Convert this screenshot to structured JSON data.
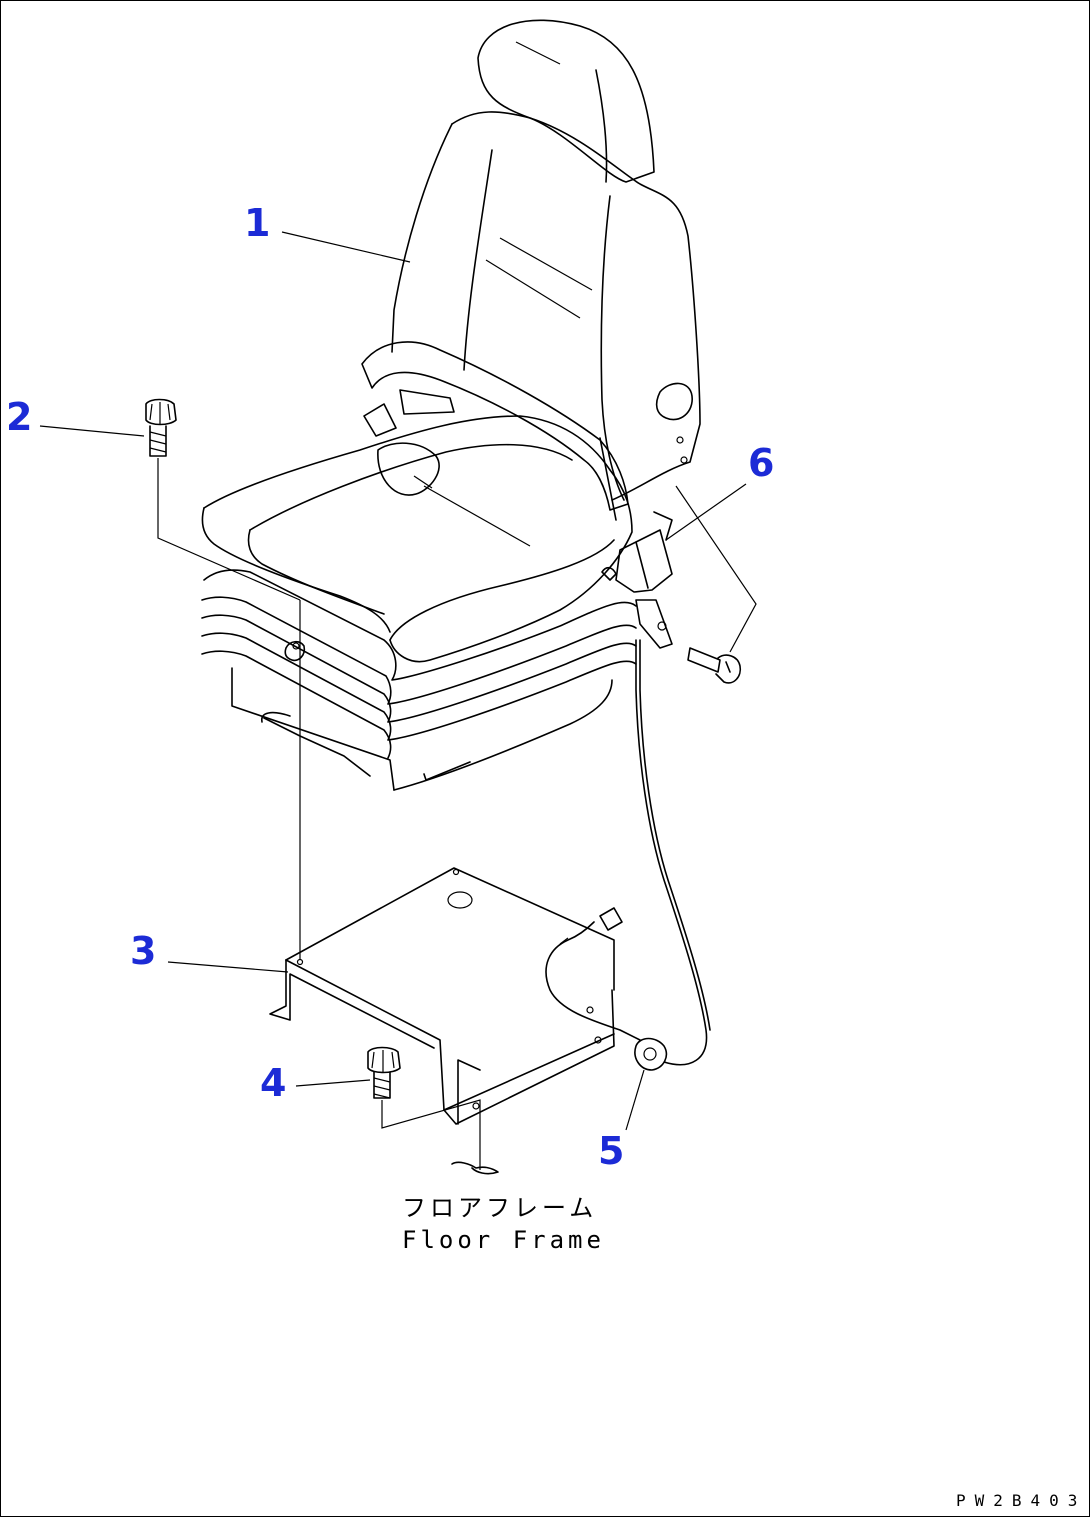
{
  "callouts": [
    {
      "number": "1",
      "part": "seat"
    },
    {
      "number": "2",
      "part": "bolt"
    },
    {
      "number": "3",
      "part": "bracket"
    },
    {
      "number": "4",
      "part": "bolt"
    },
    {
      "number": "5",
      "part": "seat-belt-switch"
    },
    {
      "number": "6",
      "part": "bolt"
    }
  ],
  "caption": {
    "japanese": "フロアフレーム",
    "english": "Floor Frame"
  },
  "drawing_code": "PW2B403"
}
